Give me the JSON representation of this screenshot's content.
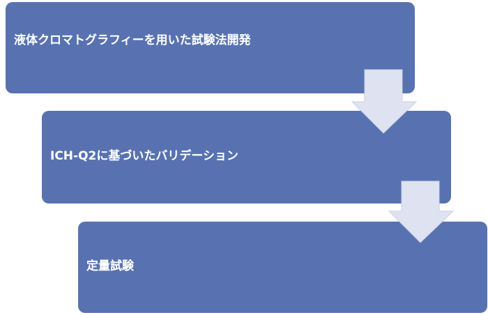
{
  "diagram": {
    "steps": [
      {
        "label": "液体クロマトグラフィーを用いた試験法開発"
      },
      {
        "label": "ICH-Q2に基づいたバリデーション"
      },
      {
        "label": "定量試験"
      }
    ],
    "colors": {
      "box_fill": "#5872b1",
      "box_text": "#ffffff",
      "arrow_fill": "#dfe3f1",
      "arrow_edge": "#c9cfe6"
    }
  }
}
